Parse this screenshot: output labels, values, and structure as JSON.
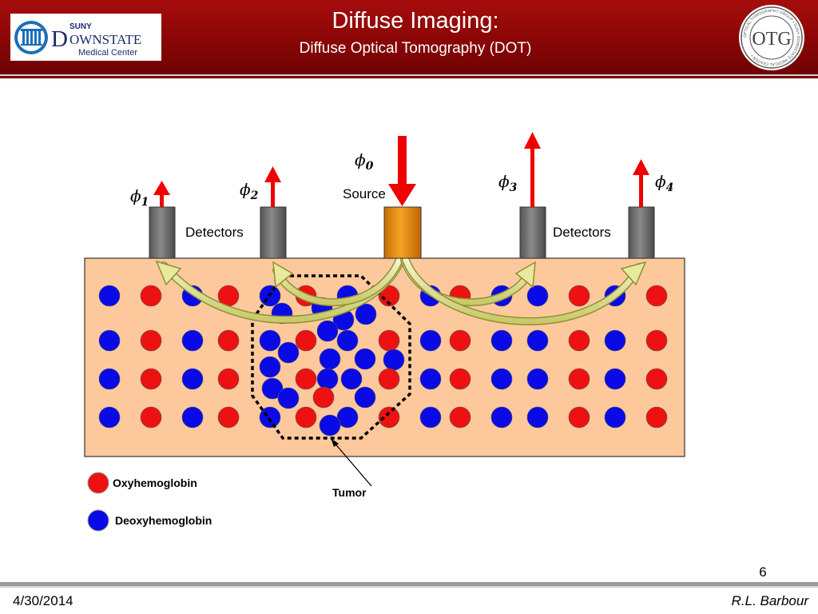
{
  "header": {
    "title": "Diffuse Imaging:",
    "subtitle": "Diffuse Optical Tomography (DOT)"
  },
  "logo": {
    "suny": "SUNY",
    "name_initial": "D",
    "name_rest": "OWNSTATE",
    "tagline": "Medical Center"
  },
  "otg_logo": {
    "letters": "OTG",
    "ring_text": "OPTICAL TOMOGRAPHY GROUP • SUNY DOWNSTATE MEDICAL CENTER •"
  },
  "diagram": {
    "source_symbol": "0",
    "source_label": "Source",
    "detector_label_left": "Detectors",
    "detector_label_right": "Detectors",
    "detector_symbols": [
      "1",
      "2",
      "3",
      "4"
    ],
    "phi_glyph": "ϕ",
    "legend": {
      "oxy": "Oxyhemoglobin",
      "deoxy": "Deoxyhemoglobin"
    },
    "tumor_label": "Tumor",
    "colors": {
      "oxy": "#ee1111",
      "deoxy": "#0a0ae6",
      "tissue": "#fdc99c",
      "source": "#e8890e",
      "detector": "#6e6e6e",
      "arrow": "#f00000",
      "path": "#e4e49a"
    }
  },
  "footer": {
    "page": "6",
    "date": "4/30/2014",
    "author": "R.L. Barbour"
  }
}
